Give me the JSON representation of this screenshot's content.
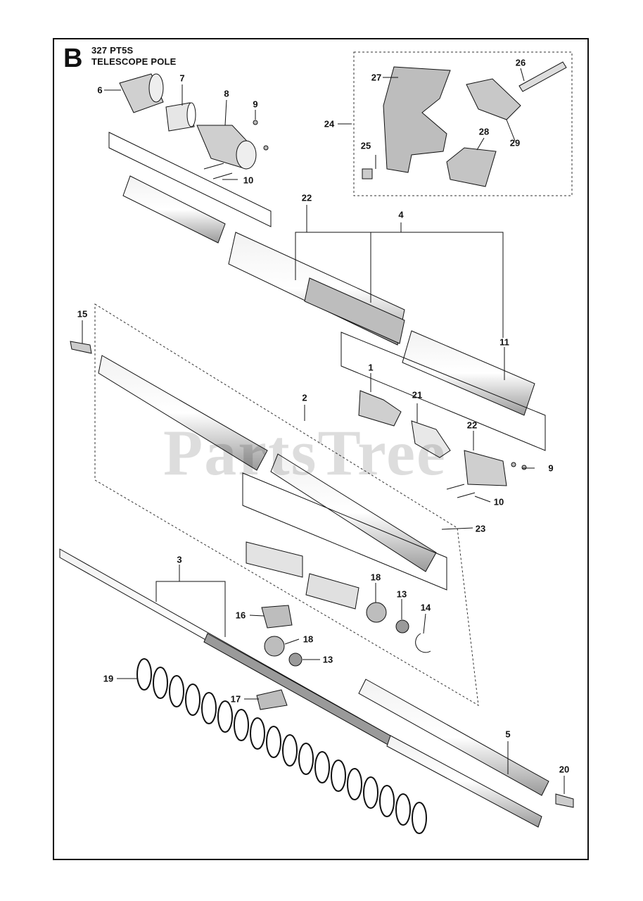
{
  "header": {
    "section_letter": "B",
    "model": "327 PT5S",
    "assembly_name": "TELESCOPE POLE"
  },
  "watermark": "PartsTree",
  "callouts": [
    {
      "label": "6"
    },
    {
      "label": "7"
    },
    {
      "label": "8"
    },
    {
      "label": "9"
    },
    {
      "label": "10"
    },
    {
      "label": "22"
    },
    {
      "label": "4"
    },
    {
      "label": "27"
    },
    {
      "label": "26"
    },
    {
      "label": "24"
    },
    {
      "label": "25"
    },
    {
      "label": "28"
    },
    {
      "label": "29"
    },
    {
      "label": "15"
    },
    {
      "label": "11"
    },
    {
      "label": "1"
    },
    {
      "label": "2"
    },
    {
      "label": "21"
    },
    {
      "label": "22"
    },
    {
      "label": "9"
    },
    {
      "label": "10"
    },
    {
      "label": "23"
    },
    {
      "label": "3"
    },
    {
      "label": "18"
    },
    {
      "label": "13"
    },
    {
      "label": "14"
    },
    {
      "label": "16"
    },
    {
      "label": "18"
    },
    {
      "label": "13"
    },
    {
      "label": "19"
    },
    {
      "label": "17"
    },
    {
      "label": "5"
    },
    {
      "label": "20"
    }
  ],
  "colors": {
    "ink": "#111111",
    "part_fill": "#d9d9d9",
    "part_dark": "#7a7a7a",
    "watermark": "#b8b8b8"
  }
}
